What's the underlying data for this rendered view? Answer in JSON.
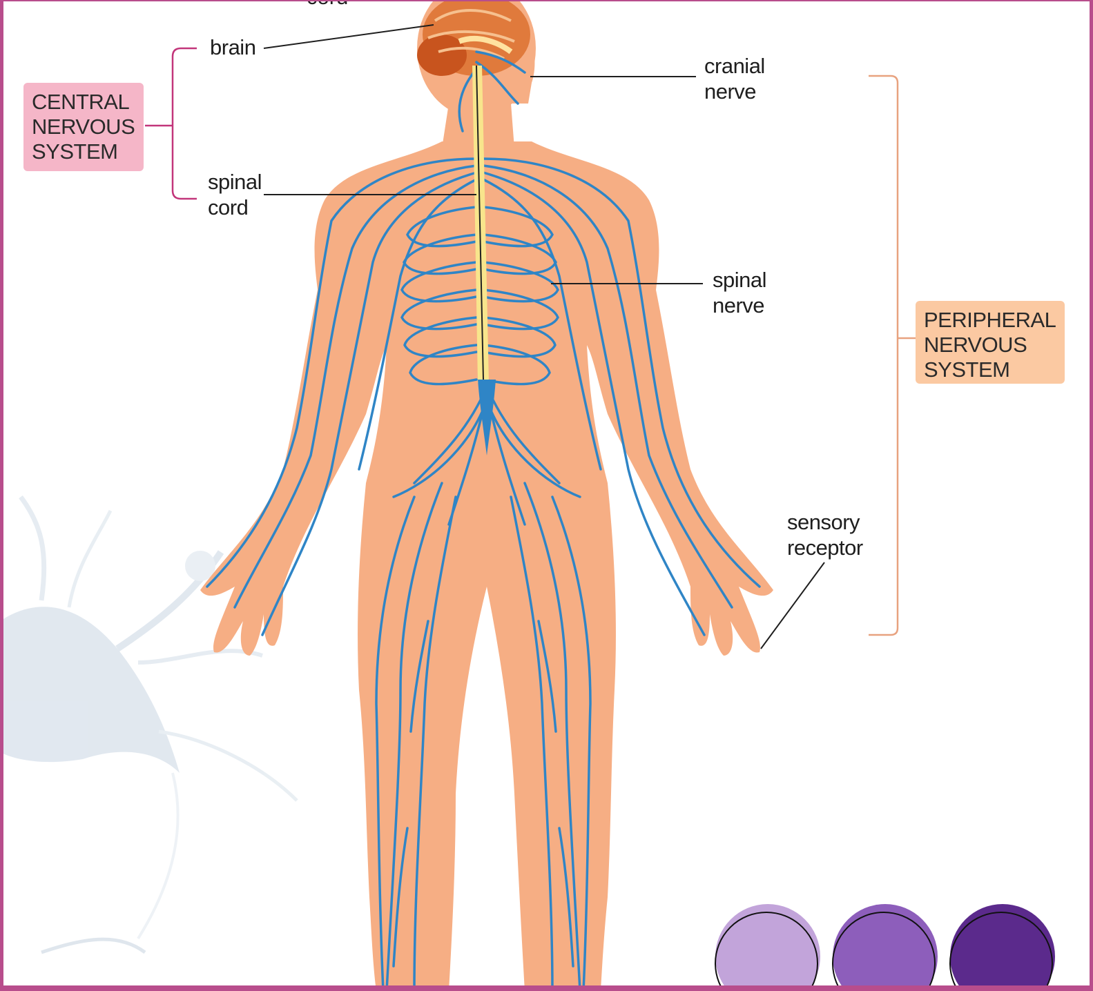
{
  "labels": {
    "clipped_top": "cord",
    "brain": "brain",
    "spinal_cord_line1": "spinal",
    "spinal_cord_line2": "cord",
    "cranial_nerve_line1": "cranial",
    "cranial_nerve_line2": "nerve",
    "spinal_nerve_line1": "spinal",
    "spinal_nerve_line2": "nerve",
    "sensory_receptor_line1": "sensory",
    "sensory_receptor_line2": "receptor"
  },
  "groups": {
    "central": {
      "lines": [
        "CENTRAL",
        "NERVOUS",
        "SYSTEM"
      ],
      "color": "#f5b6c8",
      "bracket_color": "#c2357a"
    },
    "peripheral": {
      "lines": [
        "PERIPHERAL",
        "NERVOUS",
        "SYSTEM"
      ],
      "color": "#fbc9a2",
      "bracket_color": "#e8a27f"
    }
  },
  "colors": {
    "body": "#f6ae84",
    "nerve": "#2f85c6",
    "spinal_cord": "#f8e58c",
    "brain": "#d9763e",
    "frame": "#b84d8c"
  },
  "decor": {
    "circles": [
      "#c2a4da",
      "#8d5ebb",
      "#5b2a8c"
    ]
  }
}
